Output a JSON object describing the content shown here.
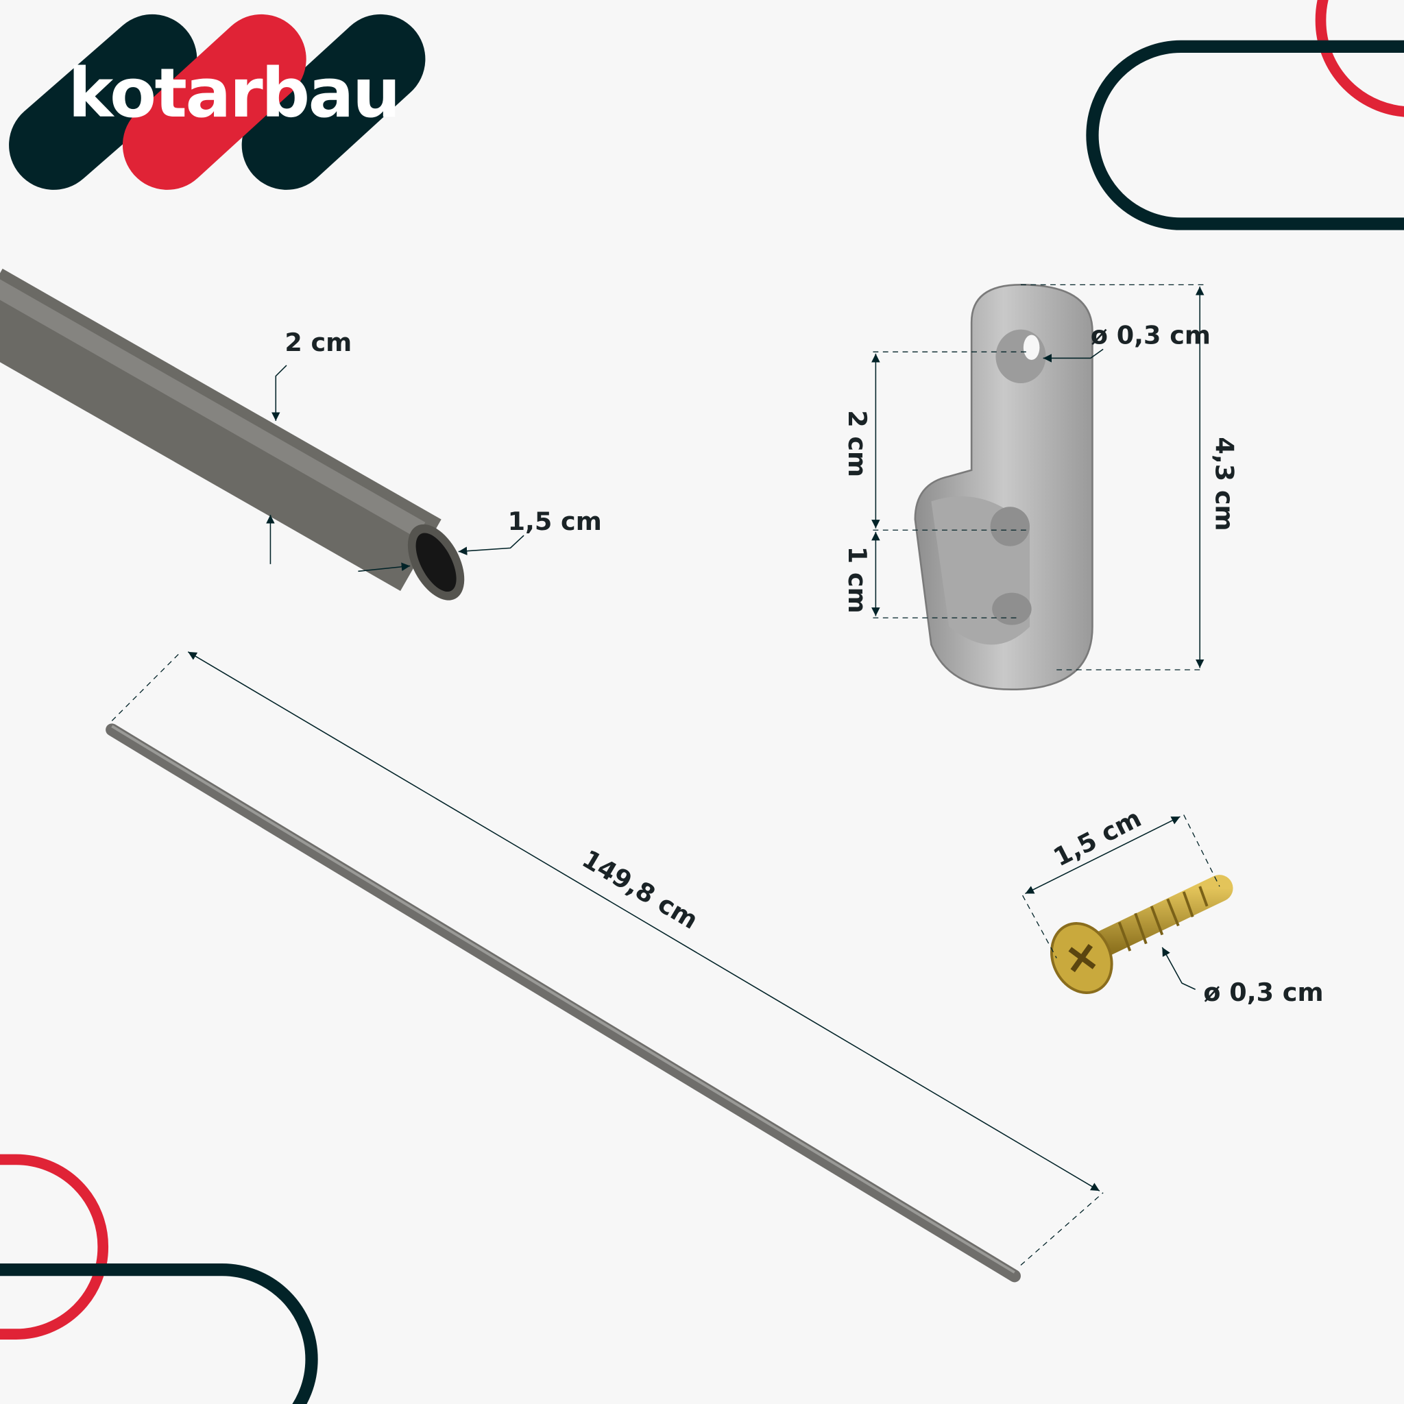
{
  "brand": {
    "name": "kotarbau",
    "colors": {
      "dark": "#022328",
      "red": "#e02336",
      "rod": "#6b6a65"
    }
  },
  "dimensions": {
    "rod_height": "2 cm",
    "rod_width": "1,5 cm",
    "rod_length": "149,8 cm",
    "bracket_hole": "ø 0,3 cm",
    "bracket_height": "4,3 cm",
    "bracket_hole_spacing": "2 cm",
    "bracket_bottom_offset": "1 cm",
    "screw_length": "1,5 cm",
    "screw_diameter": "ø 0,3 cm"
  }
}
